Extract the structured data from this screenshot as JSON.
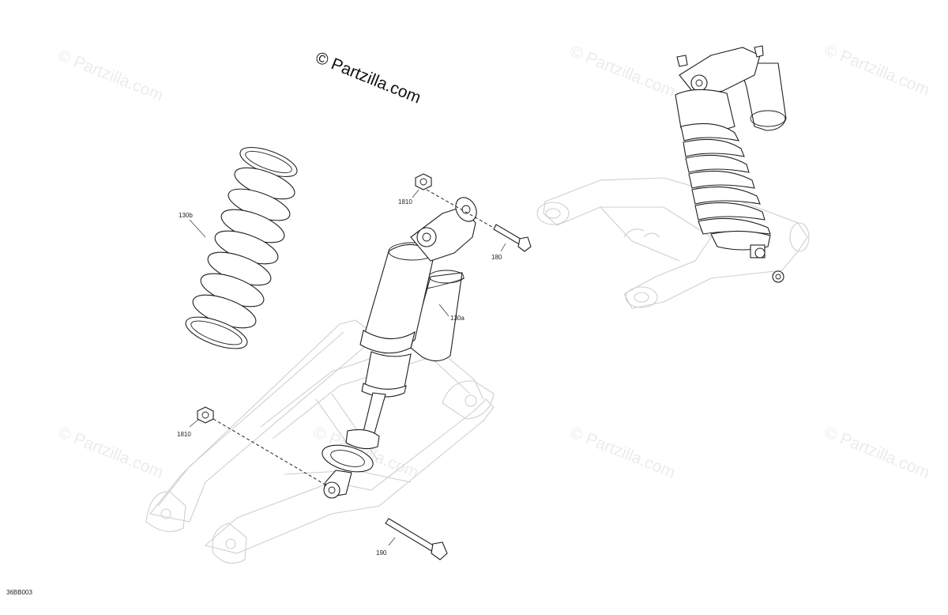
{
  "brand": {
    "text": "© Partzilla.com"
  },
  "watermarks": [
    {
      "text": "© Partzilla.com"
    },
    {
      "text": "© Partzilla.com"
    },
    {
      "text": "© Partzilla.com"
    },
    {
      "text": "© Partzilla.com"
    },
    {
      "text": "© Partzilla.com"
    },
    {
      "text": "© Partzilla.com"
    },
    {
      "text": "© Partzilla.com"
    }
  ],
  "callouts": {
    "spring": "130b",
    "shock": "130a",
    "nut_top": "1810",
    "bolt_top": "180",
    "nut_bottom": "1810",
    "bolt_bottom": "190"
  },
  "diagram_code": "36BB003"
}
